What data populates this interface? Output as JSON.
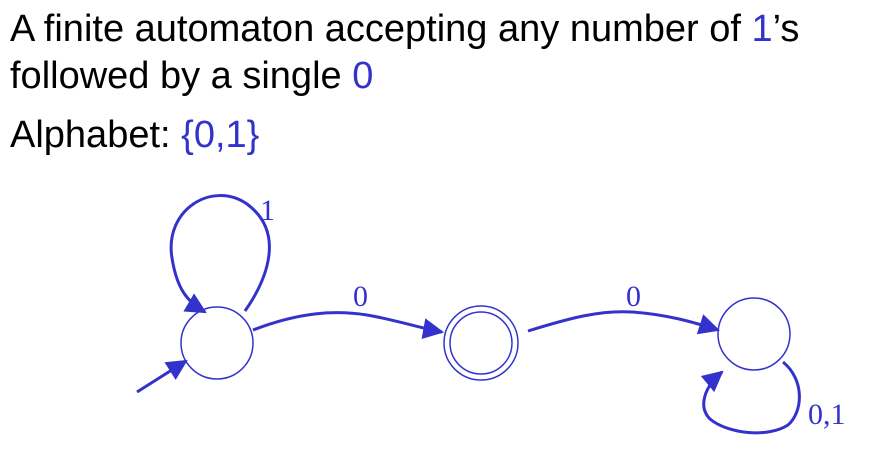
{
  "heading": {
    "part1": "A finite automaton accepting any number of ",
    "symbol_one": "1",
    "part2": "’s",
    "part3": "followed by a single ",
    "symbol_zero": "0"
  },
  "alphabet": {
    "label": "Alphabet: ",
    "value": "{0,1}"
  },
  "automaton": {
    "states": [
      {
        "id": "start",
        "accepting": false,
        "initial": true
      },
      {
        "id": "accept",
        "accepting": true,
        "initial": false
      },
      {
        "id": "dead",
        "accepting": false,
        "initial": false
      }
    ],
    "transitions": [
      {
        "from": "start",
        "to": "start",
        "label": "1"
      },
      {
        "from": "start",
        "to": "accept",
        "label": "0"
      },
      {
        "from": "accept",
        "to": "dead",
        "label": "0"
      },
      {
        "from": "dead",
        "to": "dead",
        "label": "0,1"
      }
    ],
    "colors": {
      "edge": "#3333cc",
      "state": "#3333cc",
      "label": "#3333cc"
    }
  }
}
